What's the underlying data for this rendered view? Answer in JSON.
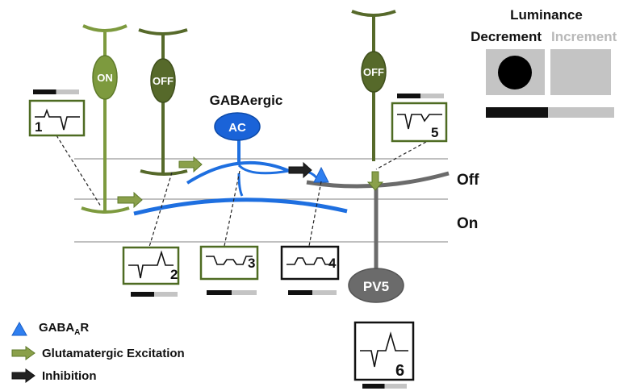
{
  "colors": {
    "on_cell": "#7d9a3e",
    "on_cell_dark": "#5e7a2a",
    "off_cell": "#56692a",
    "off_cell_dark": "#3f4f1c",
    "amacrine": "#1e6fe0",
    "amacrine_fill": "#1a63d8",
    "pv5": "#6b6b6b",
    "arrow_green": "#8aa04a",
    "layer_line": "#9a9a9a",
    "trace_box": "#4e6b22",
    "bar_black": "#111111",
    "bar_grey": "#c4c4c4"
  },
  "cells": {
    "on_bipolar": "ON",
    "off_bipolar": "OFF",
    "off_bipolar_right": "OFF",
    "amacrine": "AC",
    "amacrine_title": "GABAergic",
    "ganglion": "PV5"
  },
  "layers": {
    "off": "Off",
    "on": "On"
  },
  "stimulus": {
    "title": "Luminance",
    "decrement": "Decrement",
    "increment": "Increment"
  },
  "traces": [
    {
      "number": "1",
      "stimulus_pattern": "decrement-first"
    },
    {
      "number": "2",
      "stimulus_pattern": "decrement-first"
    },
    {
      "number": "3",
      "stimulus_pattern": "decrement-first"
    },
    {
      "number": "4",
      "stimulus_pattern": "decrement-first"
    },
    {
      "number": "5",
      "stimulus_pattern": "decrement-first"
    },
    {
      "number": "6",
      "stimulus_pattern": "decrement-first"
    }
  ],
  "legend": {
    "gabaar_main": "GABA",
    "gabaar_sub": "A",
    "gabaar_tail": "R",
    "excitation": "Glutamatergic Excitation",
    "inhibition": "Inhibition"
  }
}
